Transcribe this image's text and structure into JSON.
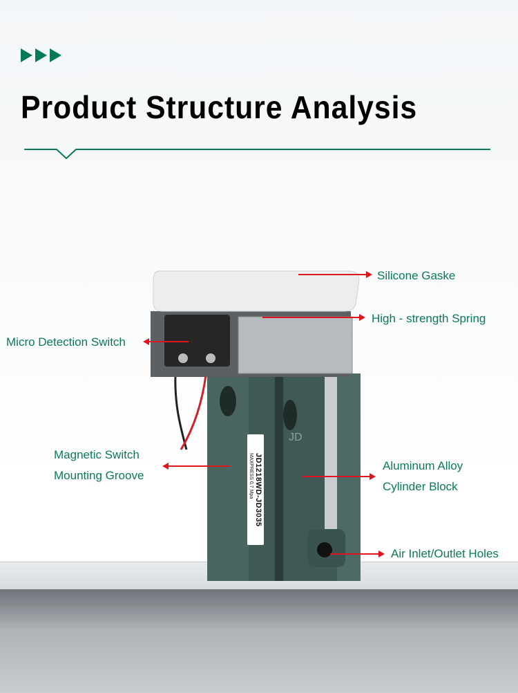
{
  "header": {
    "title": "Product Structure Analysis",
    "accent_color": "#087a58"
  },
  "product": {
    "model_label": "JD1218WD-JD3035",
    "pressure_label": "MAXPRESS 0.7 Mpa",
    "watermark": "JD"
  },
  "callouts": [
    {
      "label": "Silicone Gaske"
    },
    {
      "label": "High - strength Spring"
    },
    {
      "label": "Micro Detection Switch"
    },
    {
      "label": "Magnetic Switch",
      "label2": "Mounting Groove"
    },
    {
      "label": "Aluminum Alloy",
      "label2": "Cylinder Block"
    },
    {
      "label": "Air Inlet/Outlet Holes"
    }
  ]
}
